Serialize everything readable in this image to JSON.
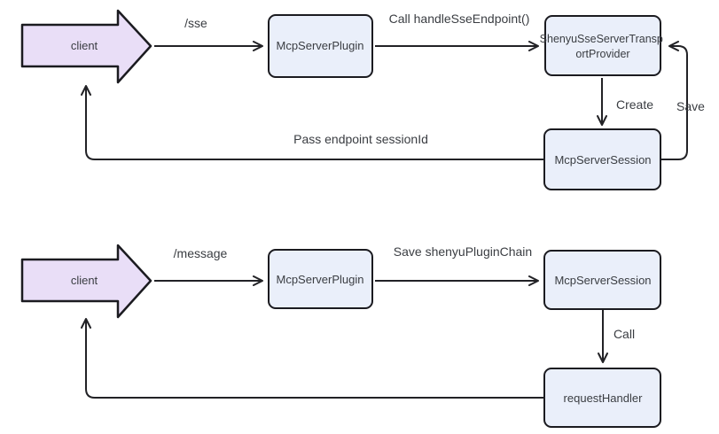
{
  "diagram": {
    "colors": {
      "background": "#ffffff",
      "client_arrow_fill": "#e9def7",
      "node_fill": "#eaeffa",
      "stroke": "#1b1b20",
      "text": "#3a3d42"
    },
    "sse_flow": {
      "client_label": "client",
      "request_edge_label": "/sse",
      "plugin_node_label": "McpServerPlugin",
      "call_edge_label": "Call handleSseEndpoint()",
      "transport_node_label_line1": "ShenyuSseServerTransp",
      "transport_node_label_line2": "ortProvider",
      "create_edge_label": "Create",
      "save_edge_label": "Save",
      "session_node_label": "McpServerSession",
      "return_edge_label": "Pass endpoint sessionId"
    },
    "message_flow": {
      "client_label": "client",
      "request_edge_label": "/message",
      "plugin_node_label": "McpServerPlugin",
      "save_chain_edge_label": "Save shenyuPluginChain",
      "session_node_label": "McpServerSession",
      "call_edge_label": "Call",
      "handler_node_label": "requestHandler"
    }
  }
}
